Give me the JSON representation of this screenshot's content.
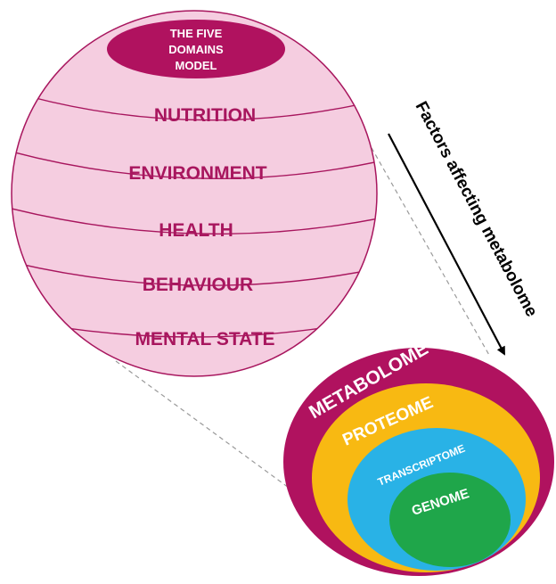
{
  "sphere": {
    "title_lines": [
      "THE FIVE",
      "DOMAINS",
      "MODEL"
    ],
    "domains": [
      "NUTRITION",
      "ENVIRONMENT",
      "HEALTH",
      "BEHAVIOUR",
      "MENTAL STATE"
    ]
  },
  "arrow": {
    "label": "Factors affecting metabolome"
  },
  "omics": {
    "layers": [
      "METABOLOME",
      "PROTEOME",
      "TRANSCRIPTOME",
      "GENOME"
    ]
  },
  "colors": {
    "sphere_fill": "#f5cde0",
    "sphere_line": "#a8165e",
    "domain_text": "#a8165e",
    "title_fill": "#b0125f",
    "metabolome": "#b0125f",
    "proteome": "#f8b912",
    "transcriptome": "#29b2e6",
    "genome": "#1fa64a"
  }
}
